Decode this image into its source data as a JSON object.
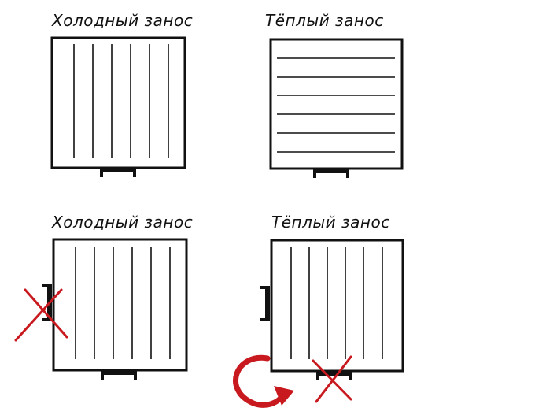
{
  "panels": [
    {
      "title": "Холодный занос",
      "lines": "vertical",
      "door": "bottom",
      "cross": null,
      "arrow": false
    },
    {
      "title": "Тёплый занос",
      "lines": "horizontal",
      "door": "bottom",
      "cross": null,
      "arrow": false
    },
    {
      "title": "Холодный занос",
      "lines": "vertical",
      "door": "left",
      "cross": "left-door",
      "arrow": false
    },
    {
      "title": "Тёплый занос",
      "lines": "vertical",
      "door": "left",
      "cross": "bottom-door",
      "arrow": true
    }
  ],
  "colors": {
    "ink": "#111111",
    "mark": "#c8191f"
  }
}
